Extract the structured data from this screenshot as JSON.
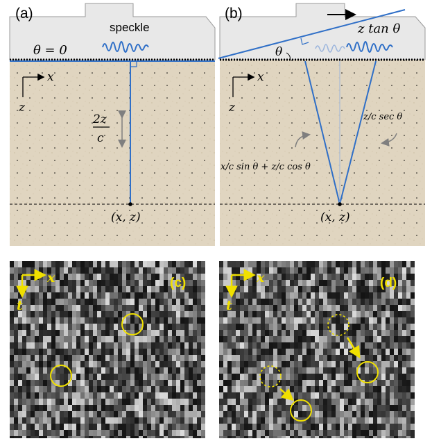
{
  "panels": {
    "a": {
      "label": "(a)",
      "speckle_label": "speckle",
      "theta_label": "θ = 0",
      "axis_x": "x",
      "axis_z": "z",
      "delay_num": "2z",
      "delay_den": "c",
      "point_label": "(x, z)"
    },
    "b": {
      "label": "(b)",
      "shift_label": "z tan θ",
      "angle_label": "θ",
      "axis_x": "x",
      "axis_z": "z",
      "left_path_label": "x/c sin θ + z/c cos θ",
      "right_path_label": "z/c sec θ",
      "point_label": "(x, z)"
    },
    "c": {
      "label": "(c)",
      "axis_x": "x",
      "axis_t": "t"
    },
    "d": {
      "label": "(d)",
      "axis_x": "x",
      "axis_t": "t"
    }
  },
  "colors": {
    "tissue": "#e0d5c0",
    "probe": "#e8e8e8",
    "beam": "#2f6fc7",
    "highlight": "#f0e000",
    "arrow_gray": "#7f7f7f"
  }
}
